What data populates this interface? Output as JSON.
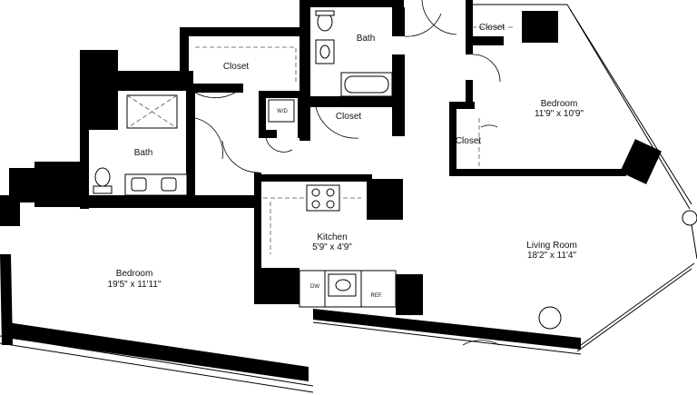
{
  "rooms": {
    "bedroom_left": {
      "name": "Bedroom",
      "size": "19'5\" x 11'11\""
    },
    "bath_left": {
      "name": "Bath"
    },
    "closet_top": {
      "name": "Closet"
    },
    "bath_top": {
      "name": "Bath"
    },
    "wd": {
      "name": "W/D"
    },
    "closet_middle": {
      "name": "Closet"
    },
    "kitchen": {
      "name": "Kitchen",
      "size": "5'9\" x 4'9\""
    },
    "dw": {
      "name": "DW"
    },
    "ref": {
      "name": "REF."
    },
    "closet_bedroom_top": {
      "name": "Closet"
    },
    "bedroom_right": {
      "name": "Bedroom",
      "size": "11'9\" x 10'9\""
    },
    "closet_bedroom_side": {
      "name": "Closet"
    },
    "living_room": {
      "name": "Living Room",
      "size": "18'2\" x 11'4\""
    }
  }
}
